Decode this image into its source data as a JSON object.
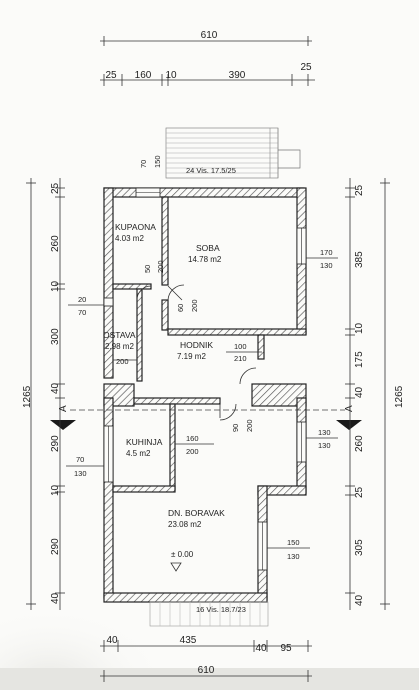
{
  "top_dims": {
    "total": "610",
    "segments": [
      "25",
      "160",
      "10",
      "390",
      "25"
    ]
  },
  "bottom_dims": {
    "segments": [
      "40",
      "435",
      "40",
      "95"
    ],
    "total": "610"
  },
  "left_dims": {
    "total": "1265",
    "segments": [
      "25",
      "260",
      "10",
      "300",
      "40",
      "290",
      "10",
      "290",
      "40"
    ]
  },
  "right_dims": {
    "total": "1265",
    "segments": [
      "25",
      "385",
      "10",
      "175",
      "40",
      "260",
      "25",
      "305",
      "40"
    ]
  },
  "rooms": [
    {
      "name": "KUPAONA",
      "area": "4.03 m2"
    },
    {
      "name": "SOBA",
      "area": "14.78 m2"
    },
    {
      "name": "OSTAVA",
      "area": "2.98 m2"
    },
    {
      "name": "HODNIK",
      "area": "7.19 m2"
    },
    {
      "name": "KUHINJA",
      "area": "4.5 m2"
    },
    {
      "name": "DN. BORAVAK",
      "area": "23.08 m2"
    }
  ],
  "stairs": {
    "top_label": "24 Vis. 17.5/25",
    "bottom_label": "16 Vis. 18.7/23"
  },
  "openings": {
    "w_top_70": "70",
    "w_top_150": "150",
    "w_right_170": "170",
    "w_right_130": "130",
    "d_kup_50": "50",
    "d_kup_200": "200",
    "d_soba_60": "60",
    "d_soba_200": "200",
    "w_left_20": "20",
    "w_left_70": "70",
    "d_ost_200": "200",
    "d_hod_100": "100",
    "d_hod_210": "210",
    "d_kuh_160": "160",
    "d_kuh_200": "200",
    "d_mid_90": "90",
    "d_mid_200": "200",
    "w_kuh_r_130a": "130",
    "w_kuh_r_130b": "130",
    "w_left_70b": "70",
    "w_left_130": "130",
    "w_bor_150": "150",
    "w_bor_130": "130"
  },
  "level_mark": "± 0.00",
  "section_mark": "A"
}
